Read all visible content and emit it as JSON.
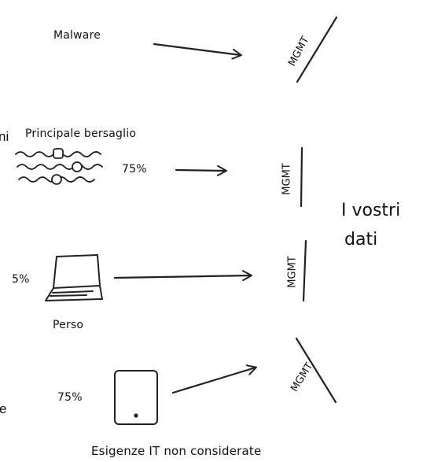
{
  "labels": {
    "malware": "Malware",
    "main_target": "Principale bersaglio",
    "lost": "Perso",
    "it_needs": "Esigenze IT non considerate",
    "your_data_line1": "I vostri",
    "your_data_line2": "dati",
    "mgmt": "MGMT"
  },
  "percentages": {
    "main_target": "75%",
    "laptop": "5%",
    "tablet": "75%"
  },
  "cut_text": {
    "left_top": "ni",
    "left_bottom": "e"
  }
}
